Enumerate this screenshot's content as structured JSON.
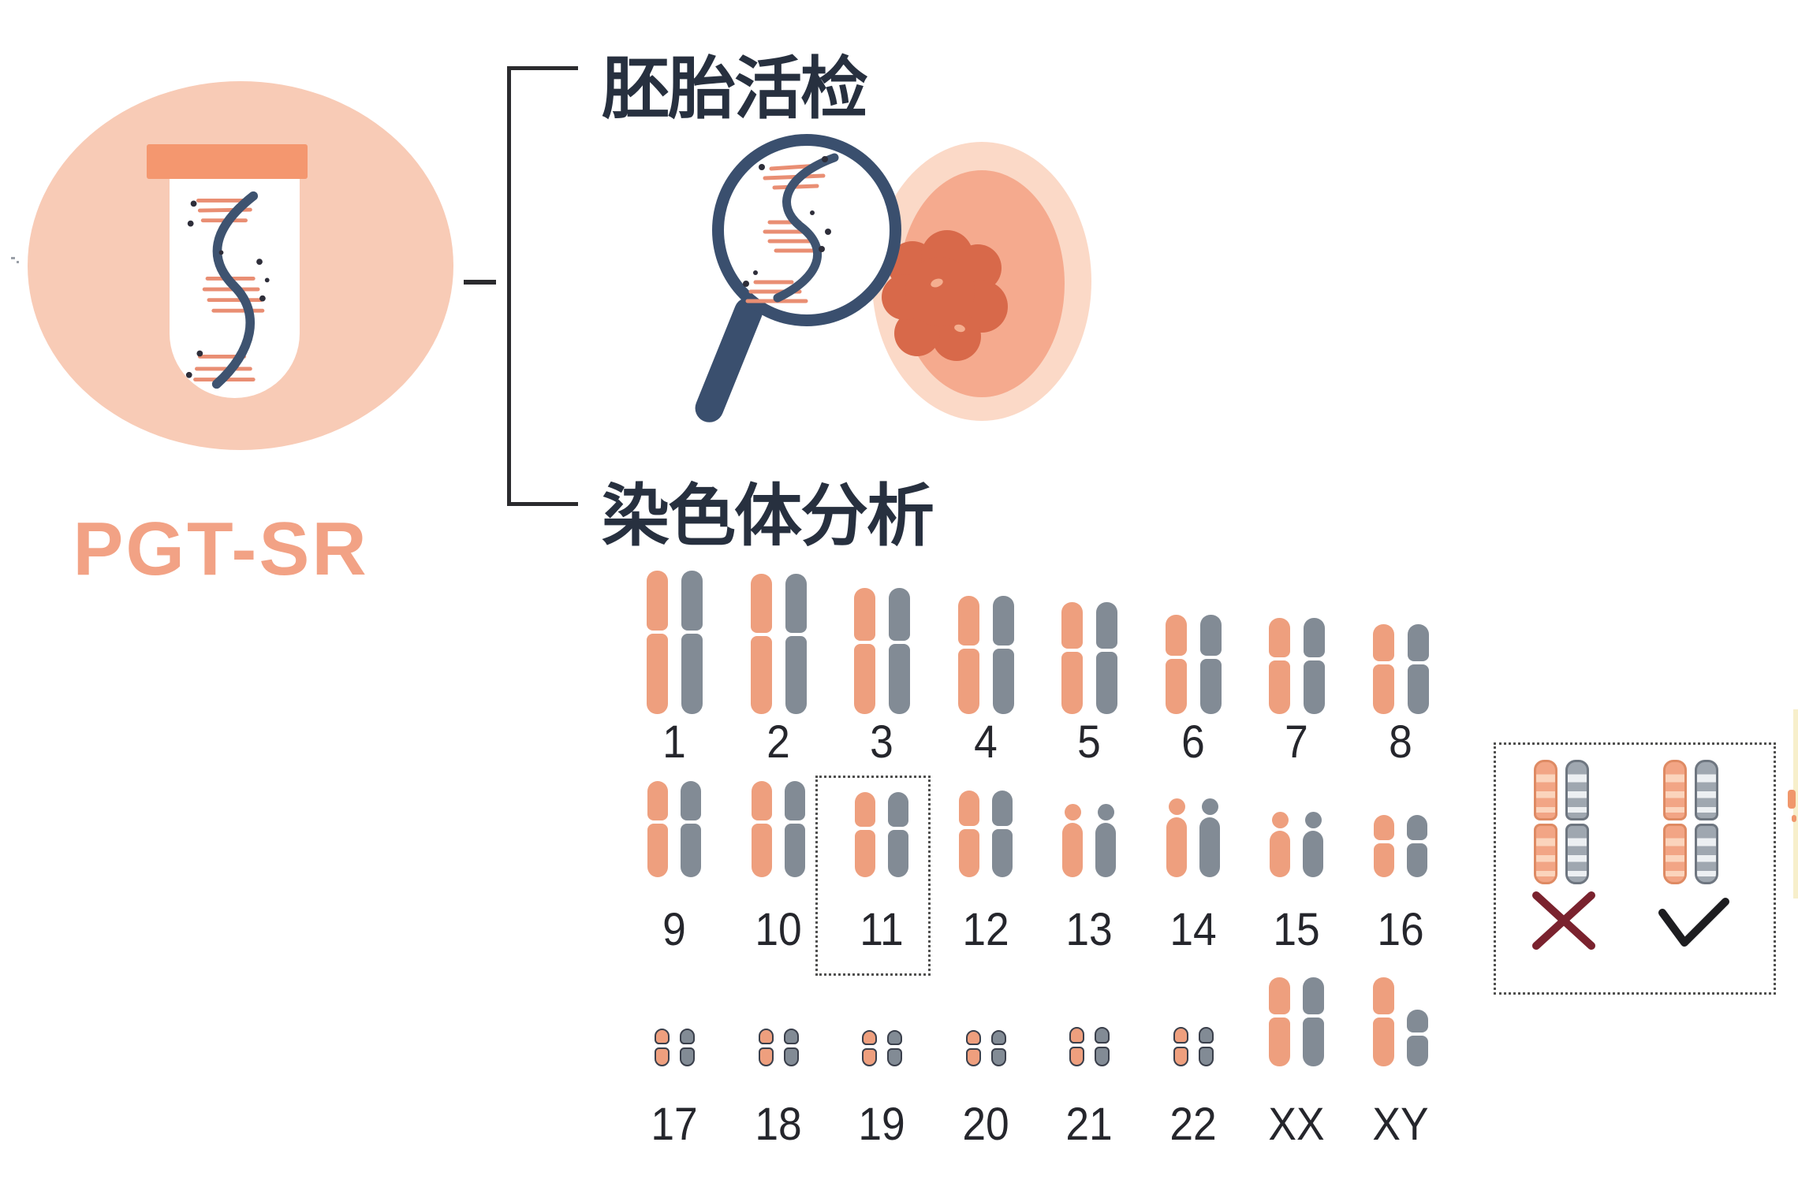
{
  "brand": {
    "label": "PGT-SR"
  },
  "biopsy_section": {
    "title": "胚胎活检"
  },
  "analysis_section": {
    "title": "染色体分析"
  },
  "karyotype": {
    "row1_labels": [
      "1",
      "2",
      "3",
      "4",
      "5",
      "6",
      "7",
      "8"
    ],
    "row2_labels": [
      "9",
      "10",
      "11",
      "12",
      "13",
      "14",
      "15",
      "16"
    ],
    "row3_labels": [
      "17",
      "18",
      "19",
      "20",
      "21",
      "22",
      "XX",
      "XY"
    ],
    "highlighted_pair": "11"
  },
  "comparison": {
    "abnormal_mark": "✕",
    "normal_mark": "✓",
    "cross_color": "#7A222E",
    "check_color": "#1D1D20"
  },
  "colors": {
    "chromosome_salmon": "#EE9F7E",
    "chromosome_gray": "#828B95",
    "small_outline": "#3A3F4B",
    "banded_salmon_base": "#F2A585",
    "banded_salmon_band": "#FBD4BC",
    "banded_salmon_border": "#DE8A63",
    "banded_gray_base": "#9FA7B0",
    "banded_gray_band": "#ECEFF2",
    "banded_gray_border": "#6E7680",
    "circle_peach": "#F8CBB6",
    "cap_coral": "#F4976F",
    "dna_navy": "#3E5370",
    "dna_rung": "#E98E73",
    "title_navy": "#27303F",
    "line_dark": "#2B2B2E"
  }
}
